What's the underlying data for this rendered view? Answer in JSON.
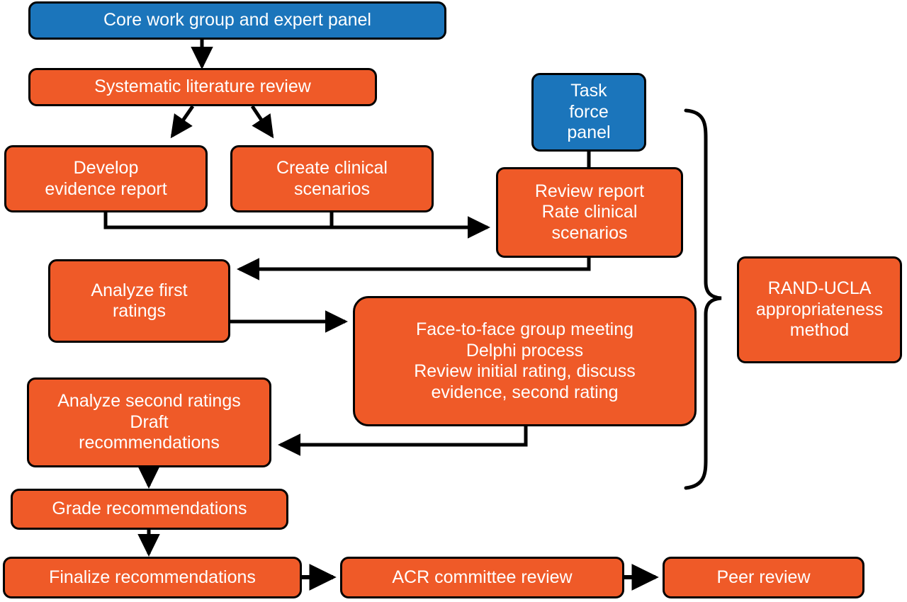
{
  "diagram": {
    "title": "RAND-UCLA appropriateness method guideline development flowchart",
    "colors": {
      "orange": "#ef5a28",
      "blue": "#1b75bb",
      "edge": "#000000",
      "text": "#ffffff",
      "background": "#ffffff"
    },
    "nodes": [
      {
        "id": "core-work-group",
        "label": "Core work group and expert panel",
        "color": "blue",
        "font_size": 25
      },
      {
        "id": "systematic-literature-review",
        "label": "Systematic literature review",
        "color": "orange",
        "font_size": 25
      },
      {
        "id": "develop-evidence-report",
        "label": "Develop\nevidence report",
        "color": "orange",
        "font_size": 25
      },
      {
        "id": "create-clinical-scenarios",
        "label": "Create clinical\nscenarios",
        "color": "orange",
        "font_size": 25
      },
      {
        "id": "task-force-panel",
        "label": "Task\nforce\npanel",
        "color": "blue",
        "font_size": 25
      },
      {
        "id": "review-report-rate-scenarios",
        "label": "Review report\nRate clinical\nscenarios",
        "color": "orange",
        "font_size": 25
      },
      {
        "id": "analyze-first-ratings",
        "label": "Analyze first\nratings",
        "color": "orange",
        "font_size": 25
      },
      {
        "id": "face-to-face-group-meeting",
        "label": "Face-to-face group meeting\nDelphi process\nReview initial rating, discuss\nevidence, second rating",
        "color": "orange",
        "font_size": 25
      },
      {
        "id": "analyze-second-ratings",
        "label": "Analyze second ratings\nDraft\nrecommendations",
        "color": "orange",
        "font_size": 25
      },
      {
        "id": "grade-recommendations",
        "label": "Grade recommendations",
        "color": "orange",
        "font_size": 25
      },
      {
        "id": "finalize-recommendations",
        "label": "Finalize recommendations",
        "color": "orange",
        "font_size": 25
      },
      {
        "id": "acr-committee-review",
        "label": "ACR committee review",
        "color": "orange",
        "font_size": 25
      },
      {
        "id": "peer-review",
        "label": "Peer review",
        "color": "orange",
        "font_size": 25
      },
      {
        "id": "rand-ucla-appropriateness-method",
        "label": "RAND-UCLA\nappropriateness\nmethod",
        "color": "orange",
        "font_size": 25
      }
    ],
    "brace": {
      "label": "right-curly-brace",
      "groups": [
        "review-report-rate-scenarios",
        "analyze-first-ratings",
        "face-to-face-group-meeting",
        "analyze-second-ratings"
      ],
      "points_to": "rand-ucla-appropriateness-method"
    },
    "edges": [
      {
        "from": "core-work-group",
        "to": "systematic-literature-review",
        "type": "arrow"
      },
      {
        "from": "systematic-literature-review",
        "to": "develop-evidence-report",
        "type": "arrow"
      },
      {
        "from": "systematic-literature-review",
        "to": "create-clinical-scenarios",
        "type": "arrow"
      },
      {
        "from": "develop-evidence-report",
        "to": "review-report-rate-scenarios",
        "type": "arrow"
      },
      {
        "from": "create-clinical-scenarios",
        "to": "review-report-rate-scenarios",
        "type": "arrow"
      },
      {
        "from": "task-force-panel",
        "to": "review-report-rate-scenarios",
        "type": "line"
      },
      {
        "from": "review-report-rate-scenarios",
        "to": "analyze-first-ratings",
        "type": "arrow"
      },
      {
        "from": "analyze-first-ratings",
        "to": "face-to-face-group-meeting",
        "type": "arrow"
      },
      {
        "from": "face-to-face-group-meeting",
        "to": "analyze-second-ratings",
        "type": "arrow"
      },
      {
        "from": "analyze-second-ratings",
        "to": "grade-recommendations",
        "type": "arrow"
      },
      {
        "from": "grade-recommendations",
        "to": "finalize-recommendations",
        "type": "arrow"
      },
      {
        "from": "finalize-recommendations",
        "to": "acr-committee-review",
        "type": "arrow"
      },
      {
        "from": "acr-committee-review",
        "to": "peer-review",
        "type": "arrow"
      }
    ]
  }
}
